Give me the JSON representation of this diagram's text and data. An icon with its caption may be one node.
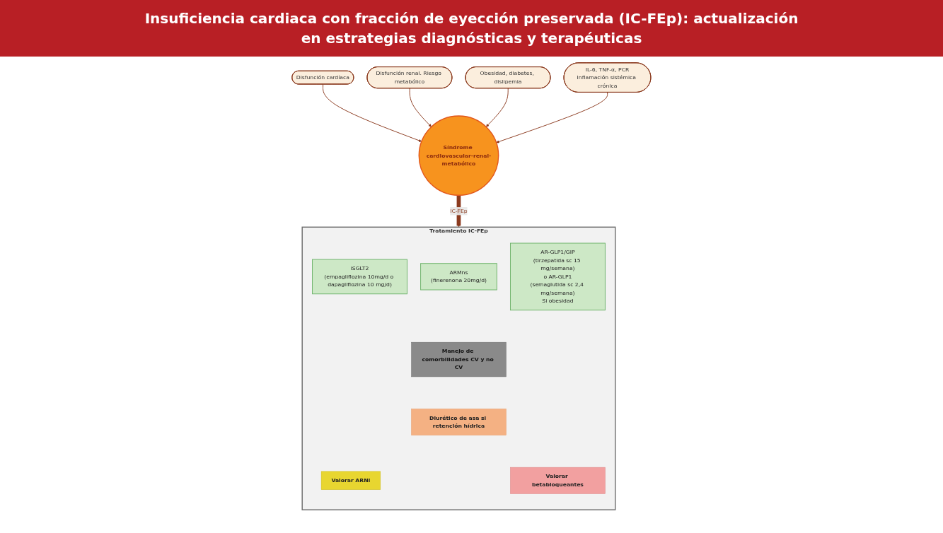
{
  "diagram": {
    "title": "Insuficiencia cardiaca con fracción de eyección preservada (IC-FEp): actualización en estrategias diagnósticas y terapéuticas",
    "nodes": [
      {
        "text": [
          "Disfunción cardíaca"
        ]
      },
      {
        "text": [
          "Disfunción renal. Riesgo metabólico"
        ]
      },
      {
        "text": [
          "Síndrome cardiovascular-renal-metabólico"
        ]
      },
      {
        "text": [
          "Obesidad, diabetes, dislipemia"
        ]
      },
      {
        "text": [
          "IL-6, TNF-α, PCR",
          "Inflamación sistémica crónica"
        ]
      },
      {
        "text": [
          "Tratamiento IC-FEp"
        ]
      },
      {
        "text": [
          "iSGLT2",
          "(empagliflozina 10mg/d o dapagliflozina 10 mg/d)"
        ],
        "in": 5
      },
      {
        "text": [
          "ARMns",
          "(finerenona 20mg/d)"
        ],
        "in": 5
      },
      {
        "text": [
          "AR-GLP1/GIP",
          "(tirzepatida sc 15 mg/semana)",
          "o AR-GLP1",
          "(semaglutida sc 2,4 mg/semana)",
          "Si obesidad"
        ],
        "in": 5
      },
      {
        "text": [
          "Manejo de comorbilidades CV y no CV"
        ],
        "in": 5
      },
      {
        "text": [
          "Diurético de asa si retención hídrica"
        ],
        "in": 5
      },
      {
        "text": [
          "Valorar ARNI"
        ],
        "in": 5
      },
      {
        "text": [
          "Valorar betabloqueantes"
        ],
        "in": 5
      }
    ],
    "edges": [
      {
        "from": 0,
        "to": 2,
        "arrow": "to"
      },
      {
        "from": 1,
        "to": 2,
        "arrow": "to"
      },
      {
        "from": 3,
        "to": 2,
        "arrow": "to"
      },
      {
        "from": 4,
        "to": 2,
        "arrow": "to"
      },
      {
        "from": 2,
        "to": 5,
        "arrow": "to",
        "label": "IC-FEp",
        "style": "thick"
      }
    ]
  }
}
